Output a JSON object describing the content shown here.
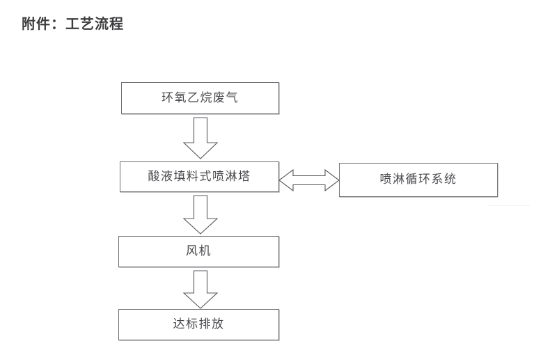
{
  "document": {
    "title": "附件：工艺流程",
    "background_color": "#ffffff",
    "line_color": "#58585c",
    "text_color": "#4a4a4e"
  },
  "flowchart": {
    "type": "process-flow-diagram",
    "orientation": "vertical",
    "nodes": [
      {
        "id": "waste-gas",
        "label": "环氧乙烷废气",
        "shape": "rectangle"
      },
      {
        "id": "spray-tower",
        "label": "酸液填料式喷淋塔",
        "shape": "rectangle"
      },
      {
        "id": "recycle",
        "label": "喷淋循环系统",
        "shape": "rectangle"
      },
      {
        "id": "fan",
        "label": "风机",
        "shape": "rectangle"
      },
      {
        "id": "emission",
        "label": "达标排放",
        "shape": "rectangle"
      }
    ],
    "connectors": [
      {
        "id": "gas-to-tower",
        "from": "waste-gas",
        "to": "spray-tower",
        "style": "block-arrow",
        "direction": "down"
      },
      {
        "id": "tower-to-fan",
        "from": "spray-tower",
        "to": "fan",
        "style": "block-arrow",
        "direction": "down"
      },
      {
        "id": "fan-to-emit",
        "from": "fan",
        "to": "emission",
        "style": "block-arrow",
        "direction": "down"
      },
      {
        "id": "tower-recycle",
        "from": "spray-tower",
        "to": "recycle",
        "style": "block-arrow",
        "direction": "bidirectional-horizontal"
      }
    ]
  }
}
